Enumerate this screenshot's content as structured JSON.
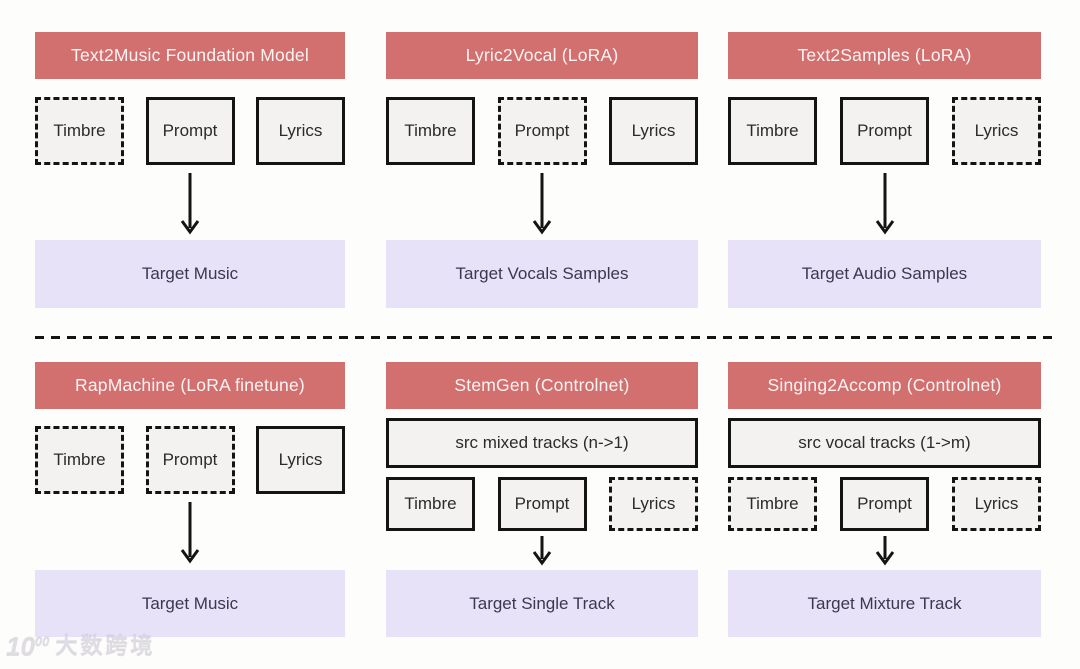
{
  "colors": {
    "header_bg": "#d26f6f",
    "header_text": "#fdf4f3",
    "target_bg": "#e8e2f8",
    "target_text": "#3c374e",
    "box_bg": "#f3f2f1",
    "box_text": "#2b2b2b",
    "stroke": "#141414",
    "page_bg": "#fdfdfc"
  },
  "panels": [
    {
      "title": "Text2Music Foundation Model",
      "inputs": [
        {
          "label": "Timbre",
          "border": "dashed"
        },
        {
          "label": "Prompt",
          "border": "solid"
        },
        {
          "label": "Lyrics",
          "border": "solid"
        }
      ],
      "target": "Target Music"
    },
    {
      "title": "Lyric2Vocal (LoRA)",
      "inputs": [
        {
          "label": "Timbre",
          "border": "solid"
        },
        {
          "label": "Prompt",
          "border": "dashed"
        },
        {
          "label": "Lyrics",
          "border": "solid"
        }
      ],
      "target": "Target Vocals Samples"
    },
    {
      "title": "Text2Samples (LoRA)",
      "inputs": [
        {
          "label": "Timbre",
          "border": "solid"
        },
        {
          "label": "Prompt",
          "border": "solid"
        },
        {
          "label": "Lyrics",
          "border": "dashed"
        }
      ],
      "target": "Target Audio Samples"
    },
    {
      "title": "RapMachine (LoRA finetune)",
      "inputs": [
        {
          "label": "Timbre",
          "border": "dashed"
        },
        {
          "label": "Prompt",
          "border": "dashed"
        },
        {
          "label": "Lyrics",
          "border": "solid"
        }
      ],
      "target": "Target Music"
    },
    {
      "title": "StemGen (Controlnet)",
      "src_track": "src mixed tracks (n->1)",
      "inputs": [
        {
          "label": "Timbre",
          "border": "solid"
        },
        {
          "label": "Prompt",
          "border": "solid"
        },
        {
          "label": "Lyrics",
          "border": "dashed"
        }
      ],
      "target": "Target Single Track"
    },
    {
      "title": "Singing2Accomp (Controlnet)",
      "src_track": "src vocal tracks (1->m)",
      "inputs": [
        {
          "label": "Timbre",
          "border": "dashed"
        },
        {
          "label": "Prompt",
          "border": "solid"
        },
        {
          "label": "Lyrics",
          "border": "dashed"
        }
      ],
      "target": "Target Mixture Track"
    }
  ],
  "watermark": {
    "logo_main": "10",
    "logo_sup": "00",
    "text": "大数跨境"
  }
}
